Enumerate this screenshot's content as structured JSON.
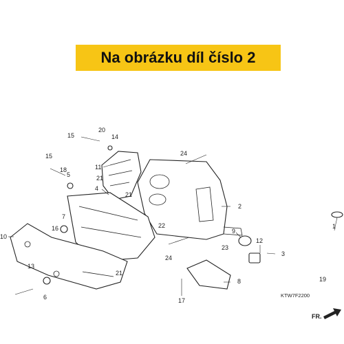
{
  "banner": {
    "text": "Na obrázku díl číslo 2",
    "color": "#f7c515"
  },
  "diagram": {
    "code": "KTW7F2200",
    "direction_label": "FR.",
    "callouts": [
      "1",
      "2",
      "3",
      "4",
      "5",
      "6",
      "7",
      "8",
      "9",
      "10",
      "11",
      "12",
      "13",
      "14",
      "15",
      "15",
      "16",
      "17",
      "18",
      "19",
      "20",
      "21",
      "21",
      "21",
      "22",
      "23",
      "24",
      "24"
    ]
  }
}
